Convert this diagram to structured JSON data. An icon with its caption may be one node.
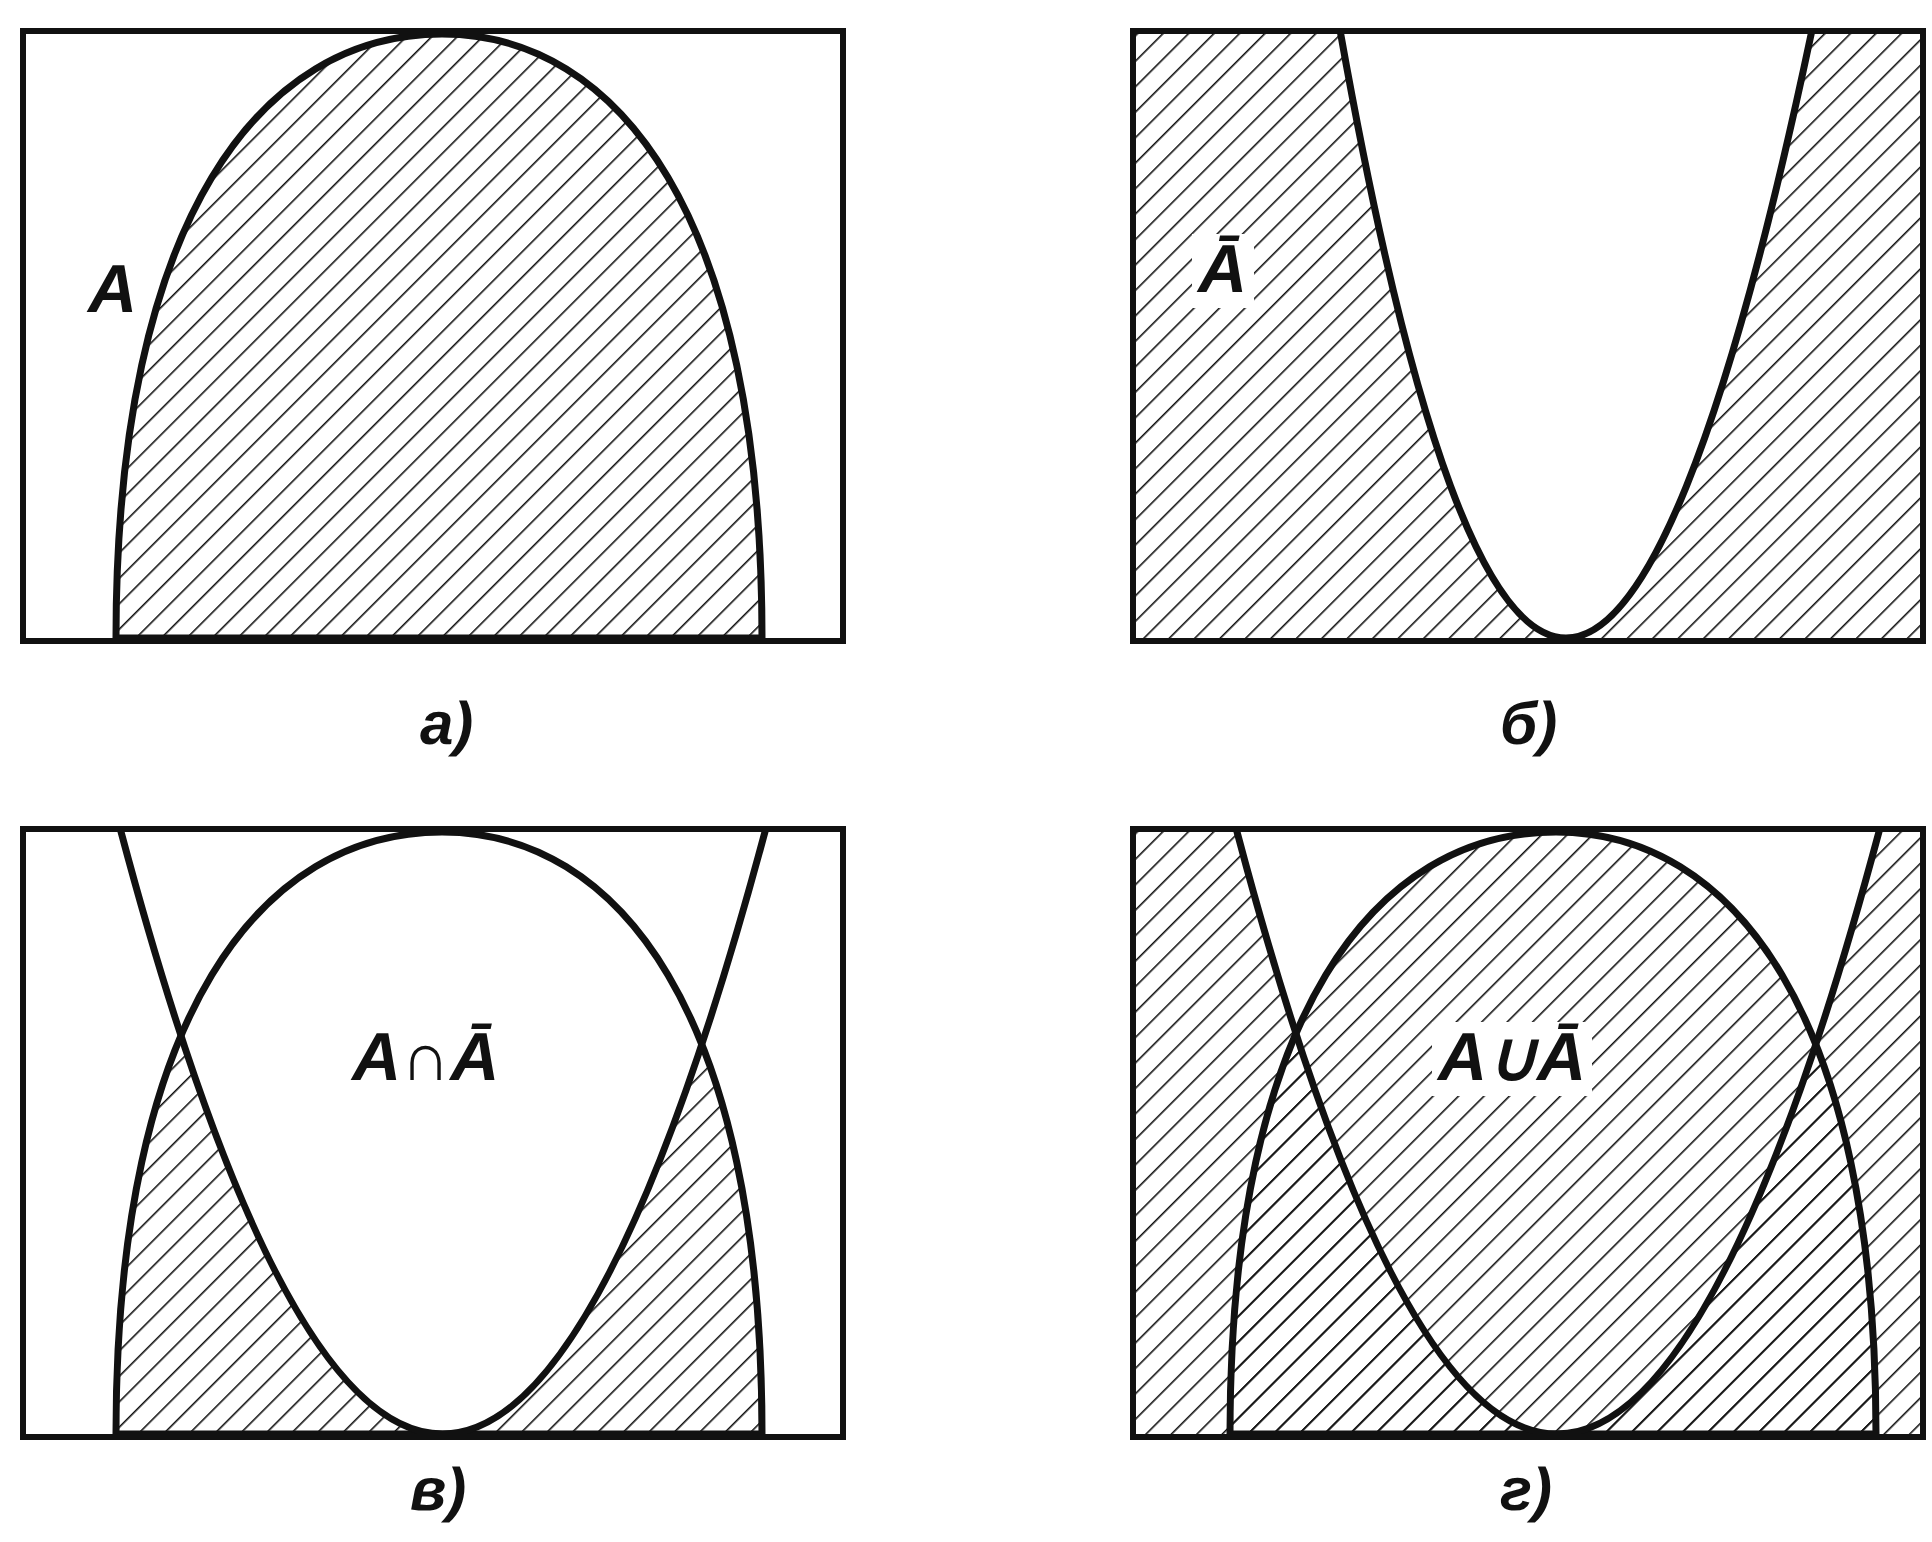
{
  "diagram": {
    "nodes": [
      {
        "text": [
          "A"
        ],
        "beside": [
          "а)"
        ]
      },
      {
        "text": [
          "Ā"
        ],
        "beside": [
          "б)"
        ]
      },
      {
        "text": [
          "A∩Ā"
        ],
        "beside": [
          "в)"
        ]
      },
      {
        "text": [
          "A∪Ā"
        ],
        "beside": [
          "г)"
        ]
      }
    ]
  }
}
